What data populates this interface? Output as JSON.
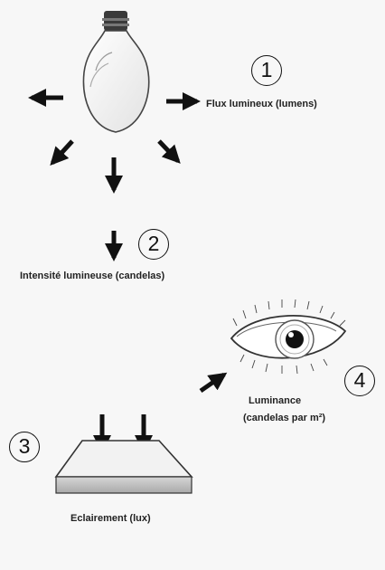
{
  "labels": {
    "flux": "Flux lumineux (lumens)",
    "intensite": "Intensité lumineuse (candelas)",
    "luminance_line1": "Luminance",
    "luminance_line2": "(candelas par m²)",
    "eclairement": "Eclairement (lux)"
  },
  "numbers": {
    "n1": "1",
    "n2": "2",
    "n3": "3",
    "n4": "4"
  },
  "icons": [
    "light-bulb-icon",
    "eye-icon",
    "illuminated-surface-icon",
    "arrow-icon"
  ],
  "colors": {
    "background": "#f7f7f7",
    "ink": "#111111",
    "surface_shadow": "#bdbdbd"
  }
}
